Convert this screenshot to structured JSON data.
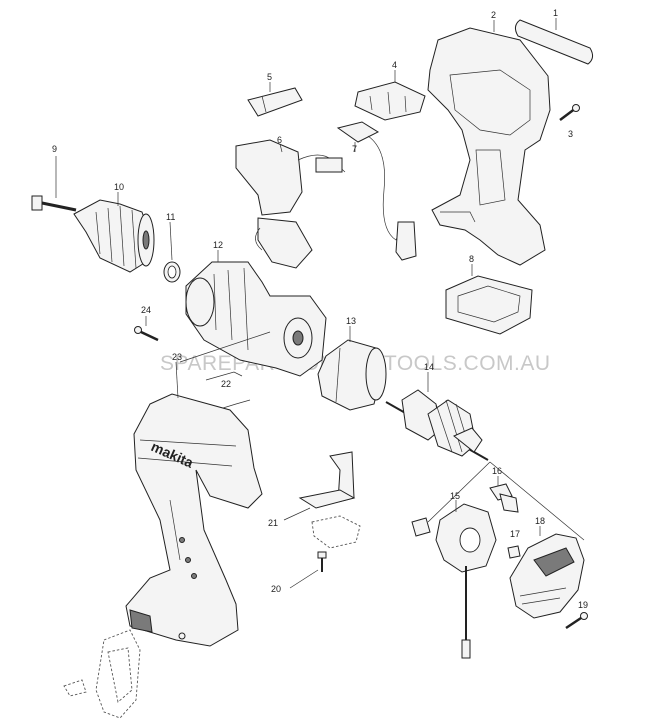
{
  "watermark": "SPAREPARTSONLINETOOLS.COM.AU",
  "callouts": {
    "c1": "1",
    "c2": "2",
    "c3": "3",
    "c4": "4",
    "c5": "5",
    "c6": "6",
    "c7": "7",
    "c8": "8",
    "c9": "9",
    "c10": "10",
    "c11": "11",
    "c12": "12",
    "c13": "13",
    "c14": "14",
    "c15": "15",
    "c16": "16",
    "c17": "17",
    "c18": "18",
    "c19": "19",
    "c20": "20",
    "c21": "21",
    "c22": "22",
    "c23": "23",
    "c24": "24"
  },
  "housing_brand": "makita"
}
